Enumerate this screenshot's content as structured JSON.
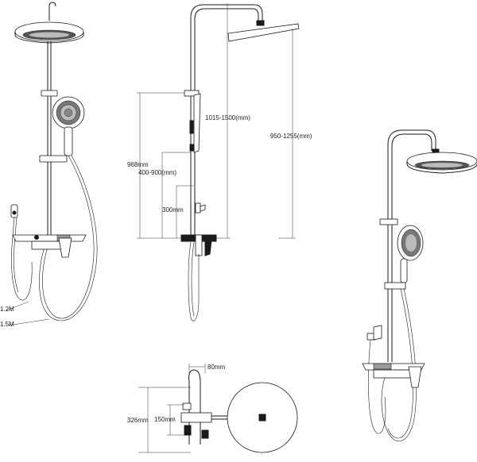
{
  "labels": {
    "hose_short": "1.2M",
    "hose_long": "1.5M",
    "height_total": "968mm",
    "height_rail": "1015-1500(mm)",
    "height_head": "950-1255(mm)",
    "height_slider": "400-900(mm)",
    "height_bidet": "300mm",
    "width_mixer": "80mm",
    "height_mixer": "326mm",
    "height_mixer_inner": "150mm"
  },
  "colors": {
    "line": "#1a1a1a",
    "fill_dark": "#1a1a1a",
    "fill_grey": "#9a9a9a",
    "background": "#ffffff"
  },
  "icons": [
    "rain-shower-head-icon",
    "hand-shower-icon",
    "bidet-sprayer-icon",
    "mixer-valve-icon",
    "shelf-icon",
    "hose-icon"
  ]
}
